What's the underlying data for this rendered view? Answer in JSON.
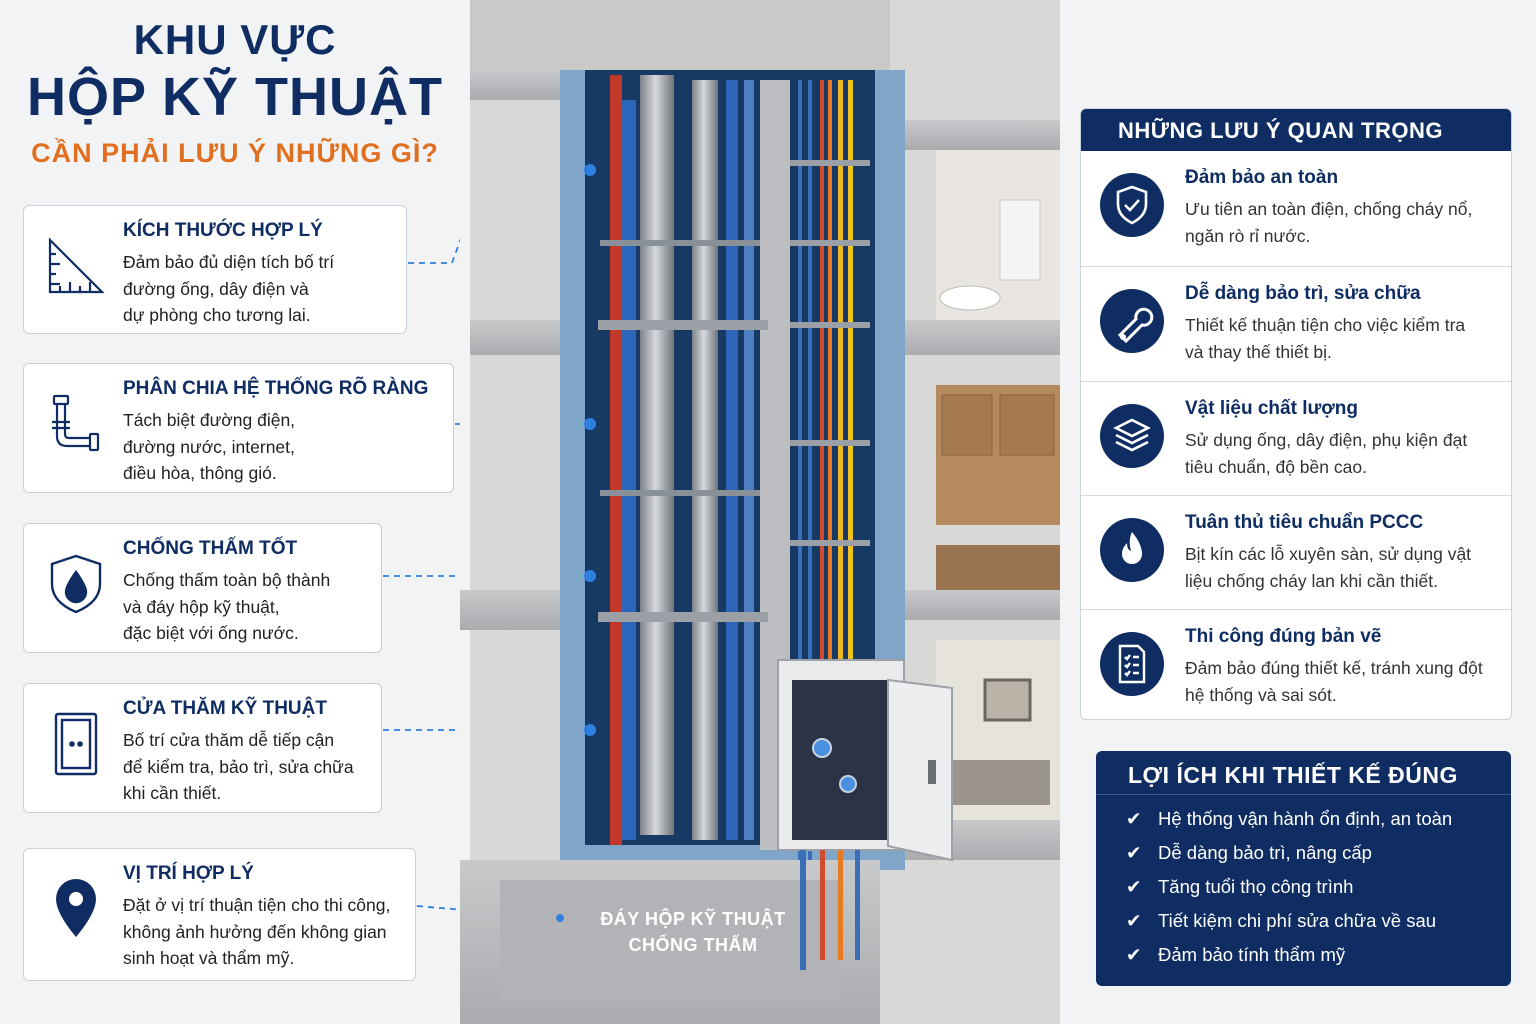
{
  "title": {
    "line1": "KHU VỰC",
    "line2": "HỘP KỸ THUẬT",
    "line3": "CẦN PHẢI LƯU Ý NHỮNG GÌ?"
  },
  "left_cards": [
    {
      "icon": "ruler-icon",
      "heading": "KÍCH THƯỚC HỢP LÝ",
      "body": "Đảm bảo đủ diện tích bố trí\nđường ống, dây điện và\ndự phòng cho tương lai."
    },
    {
      "icon": "pipe-icon",
      "heading": "PHÂN CHIA HỆ THỐNG RÕ RÀNG",
      "body": "Tách biệt đường điện,\nđường nước, internet,\nđiều hòa, thông gió."
    },
    {
      "icon": "water-shield-icon",
      "heading": "CHỐNG THẤM TỐT",
      "body": "Chống thấm toàn bộ thành\nvà đáy hộp kỹ thuật,\nđặc biệt với ống nước."
    },
    {
      "icon": "door-icon",
      "heading": "CỬA THĂM KỸ THUẬT",
      "body": "Bố trí cửa thăm dễ tiếp cận\nđể kiểm tra, bảo trì, sửa chữa\nkhi cần thiết."
    },
    {
      "icon": "location-pin-icon",
      "heading": "VỊ TRÍ HỢP LÝ",
      "body": "Đặt ở vị trí thuận tiện cho thi công,\nkhông ảnh hưởng đến không gian\nsinh hoạt và thẩm mỹ."
    }
  ],
  "illustration": {
    "bottom_label_line1": "ĐÁY HỘP KỸ THUẬT",
    "bottom_label_line2": "CHỐNG THẤM"
  },
  "notes_panel": {
    "heading": "NHỮNG LƯU Ý QUAN TRỌNG",
    "items": [
      {
        "icon": "shield-check-icon",
        "title": "Đảm bảo an toàn",
        "body": "Ưu tiên an toàn điện, chống cháy nổ,\nngăn rò rỉ nước."
      },
      {
        "icon": "wrench-icon",
        "title": "Dễ dàng bảo trì, sửa chữa",
        "body": "Thiết kế thuận tiện cho việc kiểm tra\nvà thay thế thiết bị."
      },
      {
        "icon": "layers-icon",
        "title": "Vật liệu chất lượng",
        "body": "Sử dụng ống, dây điện, phụ kiện đạt\ntiêu chuẩn, độ bền cao."
      },
      {
        "icon": "flame-icon",
        "title": "Tuân thủ tiêu chuẩn PCCC",
        "body": "Bịt kín các lỗ xuyên sàn, sử dụng vật\nliệu chống cháy lan khi cần thiết."
      },
      {
        "icon": "document-icon",
        "title": "Thi công đúng bản vẽ",
        "body": "Đảm bảo đúng thiết kế, tránh xung đột\nhệ thống và sai sót."
      }
    ]
  },
  "benefits_panel": {
    "heading": "LỢI ÍCH KHI THIẾT KẾ ĐÚNG",
    "items": [
      "Hệ thống vận hành ổn định, an toàn",
      "Dễ dàng bảo trì, nâng cấp",
      "Tăng tuổi thọ công trình",
      "Tiết kiệm chi phí sửa chữa về sau",
      "Đảm bảo tính thẩm mỹ"
    ]
  },
  "colors": {
    "navy": "#0f2d63",
    "orange": "#e07020",
    "accent_blue": "#2f7fe0"
  }
}
